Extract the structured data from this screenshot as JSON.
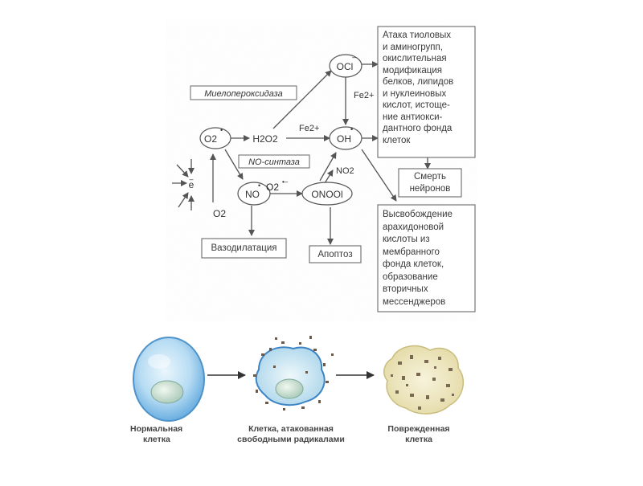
{
  "scheme": {
    "enzymes": {
      "myeloperoxidase": "Миелопероксидаза",
      "no_synthase": "NO-синтаза"
    },
    "species": {
      "electron": "e",
      "superoxide": "O2",
      "hydrogen_peroxide": "H2O2",
      "hypochlorite": "OCl",
      "hydroxyl": "OH",
      "nitric_oxide": "NO",
      "peroxynitrite": "ONOOl",
      "oxygen": "O2",
      "iron1": "Fe2+",
      "iron2": "Fe2+",
      "nitrogen_dioxide": "NO2",
      "superoxide_label": "O2"
    },
    "boxes": {
      "attack": [
        "Атака тиоловых",
        "и аминогрупп,",
        "окислительная",
        "модификация",
        "белков, липидов",
        "и нуклеиновых",
        "кислот, истоще-",
        "ние антиокси-",
        "дантного фонда",
        "клеток"
      ],
      "death": [
        "Смерть",
        "нейронов"
      ],
      "release": [
        "Высвобождение",
        "арахидоновой",
        "кислоты из",
        "мембранного",
        "фонда клеток,",
        "образование",
        "вторичных",
        "мессенджеров"
      ],
      "vasodilation": "Вазодилатация",
      "apoptosis": "Апоптоз"
    }
  },
  "cells": {
    "normal": [
      "Нормальная",
      "клетка"
    ],
    "attacked": [
      "Клетка, атакованная",
      "свободными радикалами"
    ],
    "damaged": [
      "Поврежденная",
      "клетка"
    ]
  },
  "colors": {
    "line": "#555555",
    "box_border": "#6a6a6a",
    "normal_cell": "#9fd1f0",
    "attacked_cell": "#b9dff2",
    "damaged_cell": "#efe9c8"
  }
}
